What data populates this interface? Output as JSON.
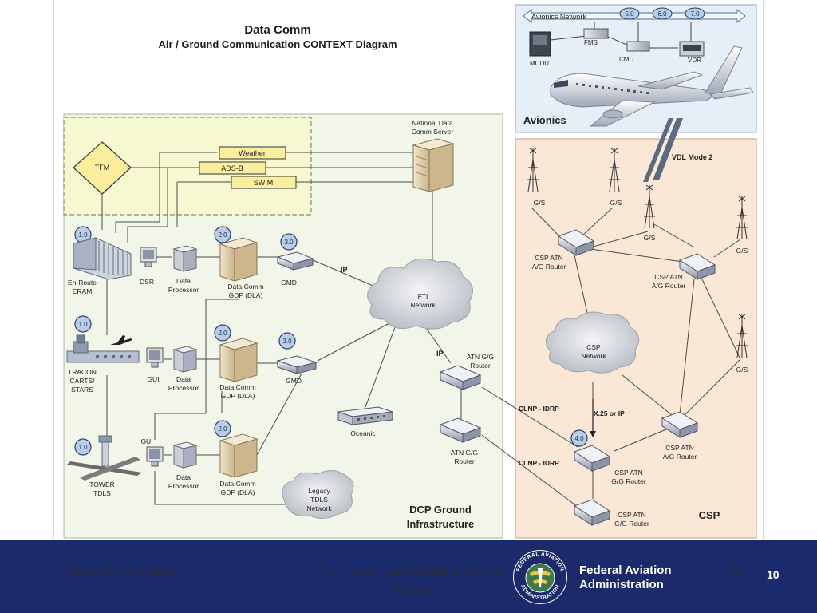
{
  "diagram": {
    "title_line1": "Data Comm",
    "title_line2": "Air / Ground Communication CONTEXT Diagram",
    "avionics": {
      "network_label": "Avionics Network",
      "badges": [
        "5.0",
        "6.0",
        "7.0"
      ],
      "fms": "FMS",
      "cmu": "CMU",
      "vdr": "VDR",
      "mcdu": "MCDU",
      "section_label": "Avionics"
    },
    "vdl_label": "VDL Mode 2",
    "tfm": "TFM",
    "weather": "Weather",
    "adsb": "ADS-B",
    "swim": "SWIM",
    "ndcs_line1": "National Data",
    "ndcs_line2": "Comm Server",
    "enroute": {
      "badge": "1.0",
      "name_line1": "En-Route",
      "name_line2": "ERAM",
      "dsr": "DSR",
      "dp_line1": "Data",
      "dp_line2": "Processor",
      "gdp_badge": "2.0",
      "gdp_line1": "Data Comm",
      "gdp_line2": "GDP (DLA)",
      "gmd_badge": "3.0",
      "gmd": "GMD",
      "ip": "IP"
    },
    "tracon": {
      "badge": "1.0",
      "name_line1": "TRACON",
      "name_line2": "CARTS/",
      "name_line3": "STARS",
      "gui": "GUI",
      "dp_line1": "Data",
      "dp_line2": "Processor",
      "gdp_badge": "2.0",
      "gdp_line1": "Data Comm",
      "gdp_line2": "GDP (DLA)",
      "gmd_badge": "3.0",
      "gmd": "GMD"
    },
    "tower": {
      "badge": "1.0",
      "name_line1": "TOWER",
      "name_line2": "TDLS",
      "gui": "GUI",
      "dp_line1": "Data",
      "dp_line2": "Processor",
      "gdp_badge": "2.0",
      "gdp_line1": "Data Comm",
      "gdp_line2": "GDP (DLA)"
    },
    "fti_line1": "FTI",
    "fti_line2": "Network",
    "oceanic": "Oceanic",
    "legacy_line1": "Legacy",
    "legacy_line2": "TDLS",
    "legacy_line3": "Network",
    "dcp_line1": "DCP Ground",
    "dcp_line2": "Infrastructure",
    "ip2": "IP",
    "atn1_line1": "ATN G/G",
    "atn1_line2": "Router",
    "atn2_line1": "ATN G/G",
    "atn2_line2": "Router",
    "clnp1": "CLNP - IDRP",
    "clnp2": "CLNP - IDRP",
    "x25": "X.25 or IP",
    "badge40": "4.0",
    "csp_label": "CSP",
    "csp_network_line1": "CSP",
    "csp_network_line2": "Network",
    "gs": "G/S",
    "csp_router_line1": "CSP ATN",
    "csp_router_ag": "A/G Router",
    "csp_router_gg": "G/G Router"
  },
  "footer": {
    "date": "November 4-5, 2009",
    "title_line1": "Verification and Validation (V&V)",
    "title_line2": "Summit",
    "agency_line1": "Federal Aviation",
    "agency_line2": "Administration",
    "page_a": "10",
    "page_b": "10",
    "logo_top": "FEDERAL AVIATION",
    "logo_bottom": "ADMINISTRATION"
  },
  "colors": {
    "footer_bg": "#1b2a6b",
    "avionics_bg": "#e6eff7",
    "csp_bg": "#fbe7d6",
    "dcp_bg": "#f1f6e9",
    "highlight_bg": "#f6f8d2",
    "badge_fill": "#b9cde8",
    "label_box": "#fbee9c"
  }
}
